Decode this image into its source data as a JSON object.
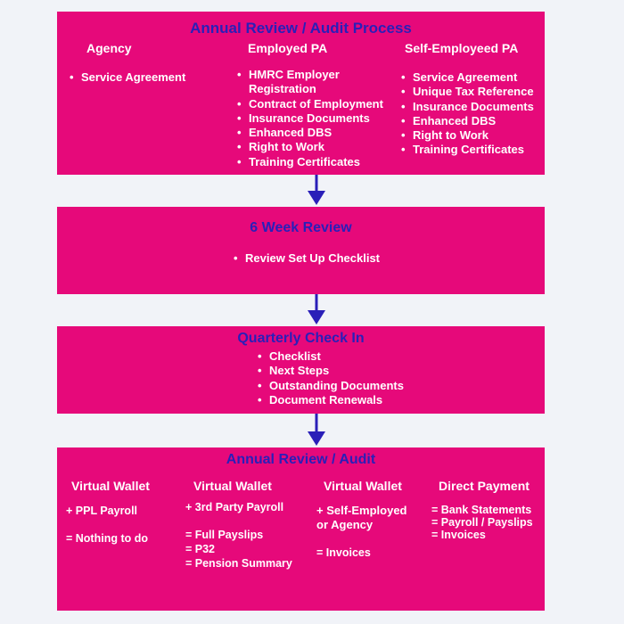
{
  "colors": {
    "box_fill": "#e6097a",
    "title_color": "#2a1fb8",
    "text_color": "#ffffff",
    "arrow_color": "#2a1fb8",
    "background": "#f1f3f8"
  },
  "annual_review_process": {
    "title": "Annual Review / Audit Process",
    "agency": {
      "heading": "Agency",
      "items": [
        "Service Agreement"
      ]
    },
    "employed_pa": {
      "heading": "Employed PA",
      "items": [
        "HMRC Employer",
        "Contract of Employment",
        "Insurance Documents",
        "Enhanced DBS",
        "Right to Work",
        "Training Certificates"
      ],
      "item0_continuation": "Registration"
    },
    "self_employed_pa": {
      "heading": "Self-Employeed PA",
      "items": [
        "Service Agreement",
        "Unique Tax Reference",
        "Insurance Documents",
        "Enhanced DBS",
        "Right to Work",
        "Training Certificates"
      ]
    }
  },
  "six_week_review": {
    "title": "6 Week Review",
    "items": [
      "Review Set Up Checklist"
    ]
  },
  "quarterly_check_in": {
    "title": "Quarterly Check In",
    "items": [
      "Checklist",
      "Next Steps",
      "Outstanding Documents",
      "Document Renewals"
    ]
  },
  "annual_review_audit": {
    "title": "Annual Review / Audit",
    "columns": [
      {
        "heading": "Virtual Wallet",
        "lines_a": [
          "+ PPL Payroll"
        ],
        "lines_b": [
          "= Nothing to do"
        ]
      },
      {
        "heading": "Virtual Wallet",
        "lines_a": [
          "+ 3rd Party Payroll"
        ],
        "lines_b": [
          "= Full Payslips",
          "= P32",
          "= Pension Summary"
        ]
      },
      {
        "heading": "Virtual Wallet",
        "lines_a": [
          "+ Self-Employed",
          "or Agency"
        ],
        "lines_b": [
          "= Invoices"
        ]
      },
      {
        "heading": "Direct Payment",
        "lines_a": [
          "= Bank Statements",
          "= Payroll / Payslips",
          "= Invoices"
        ],
        "lines_b": []
      }
    ]
  }
}
